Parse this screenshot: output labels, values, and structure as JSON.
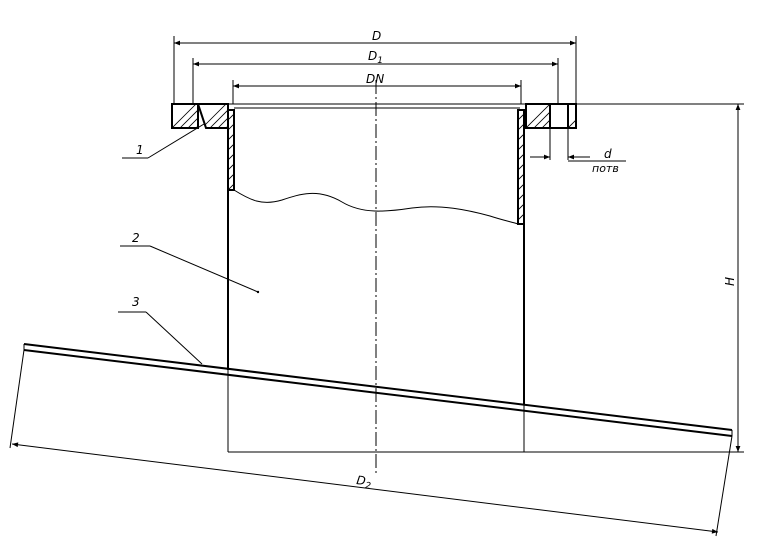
{
  "labels": {
    "D": "D",
    "D1_main": "D",
    "D1_sub": "1",
    "DN": "DN",
    "d_top": "d",
    "d_bottom": "потв",
    "H": "H",
    "D2_main": "D",
    "D2_sub": "2",
    "callout_1": "1",
    "callout_2": "2",
    "callout_3": "3"
  }
}
